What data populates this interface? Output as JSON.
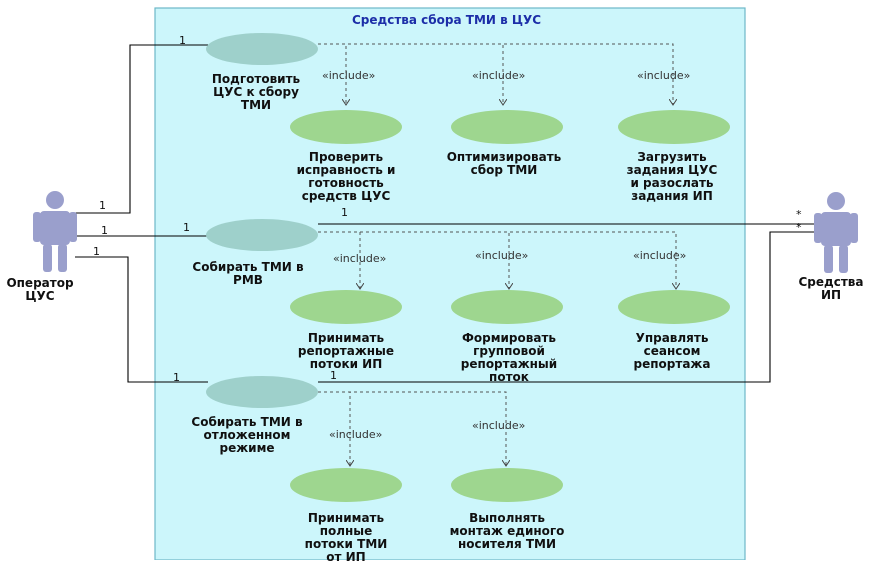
{
  "system": {
    "title": "Средства сбора ТМИ в ЦУС",
    "fill": "#ccf6fb",
    "border": "#6db8c8",
    "title_color": "#1c2ea8"
  },
  "actors": {
    "operator": {
      "name": "Оператор\nЦУС",
      "icon": "actor-stick-figure-icon",
      "color": "#9a9fcc"
    },
    "ip_tools": {
      "name": "Средства\nИП",
      "icon": "actor-stick-figure-icon",
      "color": "#9a9fcc"
    }
  },
  "use_cases": {
    "prepare": "Подготовить\nЦУС к сбору\nТМИ",
    "check": "Проверить\nисправность и\nготовность\nсредств ЦУС",
    "optimize": "Оптимизировать\nсбор ТМИ",
    "upload": "Загрузить\nзадания ЦУС\nи разослать\nзадания ИП",
    "collect_rmv": "Собирать ТМИ в\nРМВ",
    "receive_reports": "Принимать\nрепортажные\nпотоки ИП",
    "form_group": "Формировать\nгрупповой\nрепортажный\nпоток",
    "manage_sessions": "Управлять\nсеансом\nрепортажа",
    "collect_deferred": "Собирать ТМИ в\nотложенном\nрежиме",
    "receive_full": "Принимать\nполные\nпотоки ТМИ\nот ИП",
    "mount_carrier": "Выполнять\nмонтаж единого\nносителя ТМИ"
  },
  "colors": {
    "primary_usecase": "#9ed0cb",
    "included_usecase": "#9ed68f",
    "association_line": "#000000"
  },
  "include_label": "«include»",
  "multiplicity": {
    "one": "1",
    "many": "*"
  }
}
